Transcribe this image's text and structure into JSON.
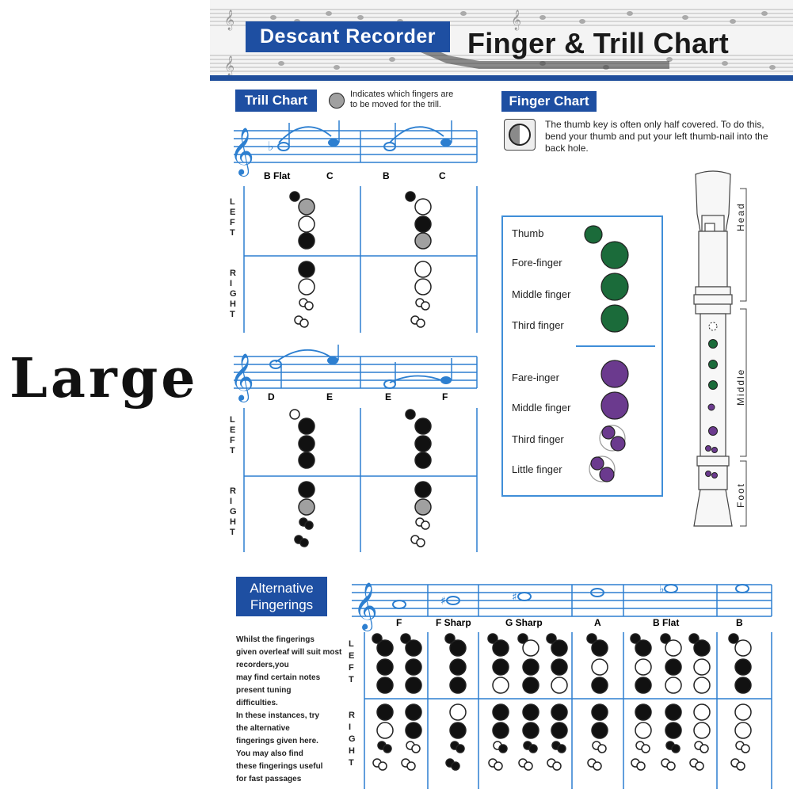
{
  "header": {
    "badge": "Descant Recorder",
    "title": "Finger & Trill Chart"
  },
  "size_label": "Large",
  "trill": {
    "heading": "Trill Chart",
    "legend_note": "Indicates which fingers are to be moved for the trill.",
    "side_left": "LEFT",
    "side_right": "RIGHT",
    "pairs": [
      {
        "note1": "B Flat",
        "note2": "C"
      },
      {
        "note1": "B",
        "note2": "C"
      },
      {
        "note1": "D",
        "note2": "E"
      },
      {
        "note1": "E",
        "note2": "F"
      }
    ]
  },
  "finger_chart": {
    "heading": "Finger Chart",
    "thumb_note": "The thumb key is often only half covered. To do this, bend your thumb and put your left thumb-nail into the back hole.",
    "left_hand": [
      "Thumb",
      "Fore-finger",
      "Middle finger",
      "Third finger"
    ],
    "right_hand": [
      "Fare-inger",
      "Middle finger",
      "Third finger",
      "Little finger"
    ],
    "recorder_sections": [
      "Head",
      "Middle",
      "Foot"
    ],
    "colors": {
      "left": "#1b6b3a",
      "right": "#6b3a8e"
    }
  },
  "alternative": {
    "heading": "Alternative Fingerings",
    "text": [
      "Whilst the fingerings",
      "given overleaf will suit most",
      "recorders,you",
      "may find certain notes",
      "present tuning",
      "difficulties.",
      "In these instances, try",
      "the alternative",
      "fingerings given here.",
      "You may also find",
      "these fingerings useful",
      "for fast passages"
    ],
    "notes": [
      "F",
      "F Sharp",
      "G Sharp",
      "A",
      "B Flat",
      "B"
    ],
    "side_left": "LEFT",
    "side_right": "RIGHT"
  },
  "colors": {
    "header_blue": "#1e4fa2",
    "staff_blue": "#2d7fd0",
    "grey_key": "#a0a0a0"
  }
}
